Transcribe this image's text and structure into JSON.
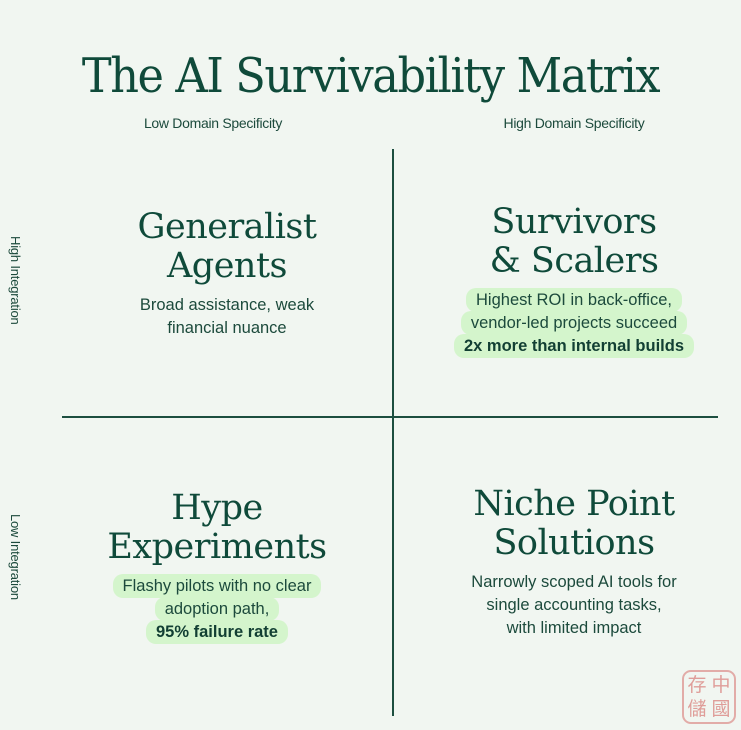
{
  "title": "The AI Survivability Matrix",
  "axes": {
    "columns": [
      "Low Domain Specificity",
      "High Domain Specificity"
    ],
    "rows": [
      "High Integration",
      "Low Integration"
    ]
  },
  "quadrants": {
    "top_left": {
      "title_lines": [
        "Generalist",
        "Agents"
      ],
      "desc_lines": [
        "Broad assistance, weak",
        "financial nuance"
      ],
      "highlighted": false
    },
    "top_right": {
      "title_lines": [
        "Survivors",
        "& Scalers"
      ],
      "desc_lines": [
        "Highest ROI in back-office,",
        "vendor-led projects succeed"
      ],
      "desc_bold": "2x more than internal builds",
      "highlighted": true
    },
    "bottom_left": {
      "title_lines": [
        "Hype",
        "Experiments"
      ],
      "desc_lines": [
        "Flashy pilots with no clear",
        "adoption path,"
      ],
      "desc_bold": "95% failure rate",
      "highlighted": true
    },
    "bottom_right": {
      "title_lines": [
        "Niche Point",
        "Solutions"
      ],
      "desc_lines": [
        "Narrowly scoped AI tools for",
        "single accounting tasks,",
        "with limited impact"
      ],
      "highlighted": false
    }
  },
  "seal": {
    "chars": [
      "存",
      "中",
      "儲",
      "國"
    ]
  },
  "colors": {
    "background": "#f1f6f1",
    "primary_text": "#0f4a3a",
    "axis_line": "#1d4f40",
    "highlight": "#d4f5cc",
    "seal": "#dc8e8a"
  }
}
